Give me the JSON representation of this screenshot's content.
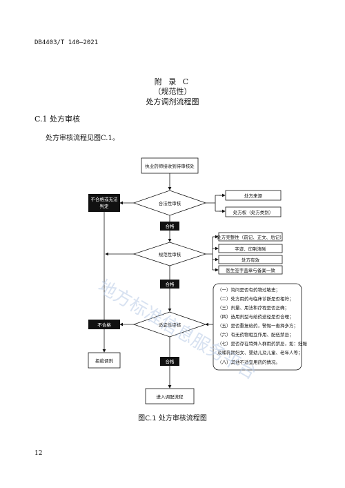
{
  "header": {
    "doc_code": "DB4403/T 140—2021"
  },
  "appendix": {
    "title": "附 录 C",
    "nature": "（规范性）",
    "name": "处方调剂流程图"
  },
  "section": {
    "heading": "C.1  处方审核",
    "paragraph": "处方审核流程见图C.1。"
  },
  "flowchart": {
    "start": "执业药师接收到待审核处",
    "legality_review": "合法性审核",
    "legality_items": [
      "处方来源",
      "处方权（处方类别）"
    ],
    "fail_box_1": [
      "不合格或无法",
      "判定"
    ],
    "pass_1": "合格",
    "standard_review": "规范性审核",
    "standard_items": [
      "处方完整性（前记、正文、后记）",
      "字迹、印制清晰",
      "处方有效",
      "医生签字盖章与备案一致"
    ],
    "pass_2": "合格",
    "suitability_items": [
      "（一）询问是否有药物过敏史；",
      "（二）处方用药与临床诊断是否相符；",
      "（三）剂量、用法和疗程是否正确；",
      "（四）选用剂型与给药途径是否合理；",
      "（五）是否重复给药，警惕一患择多方；",
      "（六）有无药物相互作用、配伍禁忌；",
      "（七）是否存在特殊人群用药禁忌，如：妊娠",
      "及哺乳期妇女、婴幼儿及儿童、老年人等；",
      "（八）其他不适宜用药的情况。"
    ],
    "suitability_review": "适宜性审核",
    "fail_2": "不合格",
    "reject": "拒绝调剂",
    "pass_3": "合格",
    "end": "进入调配流程"
  },
  "caption": "图C.1  处方审核流程图",
  "watermark": "地方标准信息服务平台",
  "page_number": "12"
}
